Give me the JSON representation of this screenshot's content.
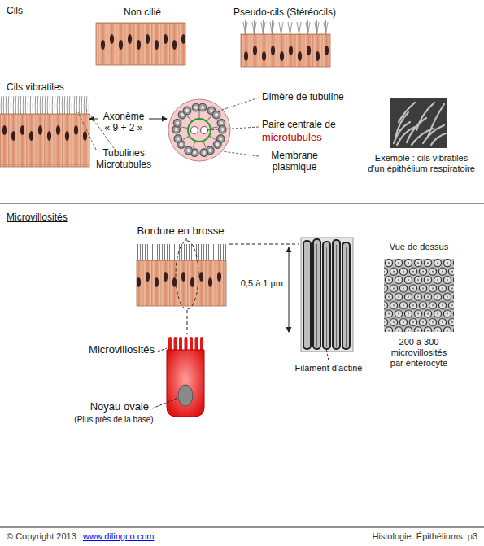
{
  "diagram": {
    "labels": [
      "Cils",
      "Non cilié",
      "Pseudo-cils (Stéréocils)",
      "Cils vibratiles",
      "Axonème « 9 + 2 »",
      "Tubulines Microtubules",
      "Dimère de tubuline",
      "Paire centrale de",
      "microtubules",
      "Membrane plasmique",
      "Exemple : cils vibratiles d'un épithélium respiratoire",
      "Microvillosités",
      "Bordure en brosse",
      "0,5 à 1 µm",
      "Vue de dessus",
      "Microvillosités",
      "Filament d'actine",
      "200 à 300 microvillosités par entérocyte",
      "Noyau ovale",
      "(Plus près de la base)",
      "© Copyright 2013",
      "www.dilingco.com",
      "Histologie. Épithéliums. p3"
    ]
  }
}
